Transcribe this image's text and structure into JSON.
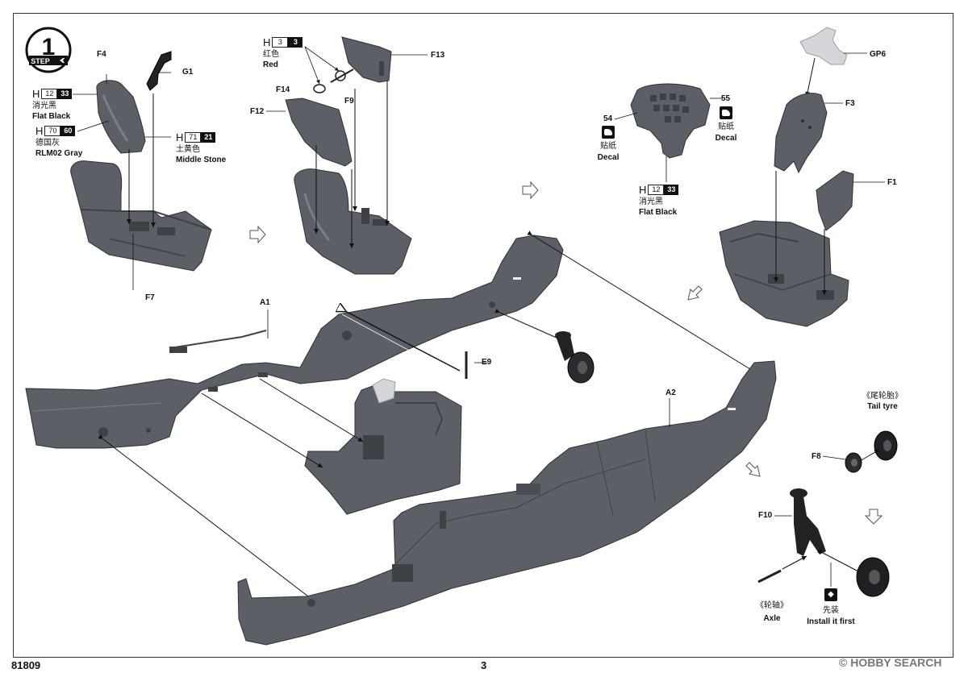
{
  "step": {
    "number": "1",
    "label": "STEP"
  },
  "parts": {
    "F4": "F4",
    "G1": "G1",
    "F7": "F7",
    "H3": "H",
    "F13": "F13",
    "F14": "F14",
    "F9": "F9",
    "F12": "F12",
    "GP6": "GP6",
    "F3": "F3",
    "F1": "F1",
    "p54": "54",
    "p55": "55",
    "A1": "A1",
    "E9": "E9",
    "A2": "A2",
    "F8": "F8",
    "F10": "F10"
  },
  "colors": {
    "flat_black_1": {
      "h": "H",
      "code1": "12",
      "code2": "33",
      "zh": "消光黑",
      "en": "Flat Black"
    },
    "rlm02": {
      "h": "H",
      "code1": "70",
      "code2": "60",
      "zh": "德国灰",
      "en": "RLM02 Gray"
    },
    "middle_stone": {
      "h": "H",
      "code1": "71",
      "code2": "21",
      "zh": "土黄色",
      "en": "Middle Stone"
    },
    "red": {
      "h": "H",
      "code1": "3",
      "code2": "3",
      "zh": "红色",
      "en": "Red"
    },
    "flat_black_2": {
      "h": "H",
      "code1": "12",
      "code2": "33",
      "zh": "消光黑",
      "en": "Flat Black"
    }
  },
  "decals": {
    "d54": {
      "zh": "贴纸",
      "en": "Decal"
    },
    "d55": {
      "zh": "贴纸",
      "en": "Decal"
    }
  },
  "notes": {
    "tail_tyre_zh": "《尾轮胎》",
    "tail_tyre_en": "Tail tyre",
    "axle_zh": "《轮轴》",
    "axle_en": "Axle",
    "install_zh": "先装",
    "install_en": "Install it first"
  },
  "footer": {
    "code": "81809",
    "page": "3",
    "watermark": "© HOBBY SEARCH"
  },
  "palette": {
    "plastic": "#5c6066",
    "plastic_dark": "#3e4247",
    "plastic_light": "#7a7f86",
    "clear": "#d4d6da"
  }
}
